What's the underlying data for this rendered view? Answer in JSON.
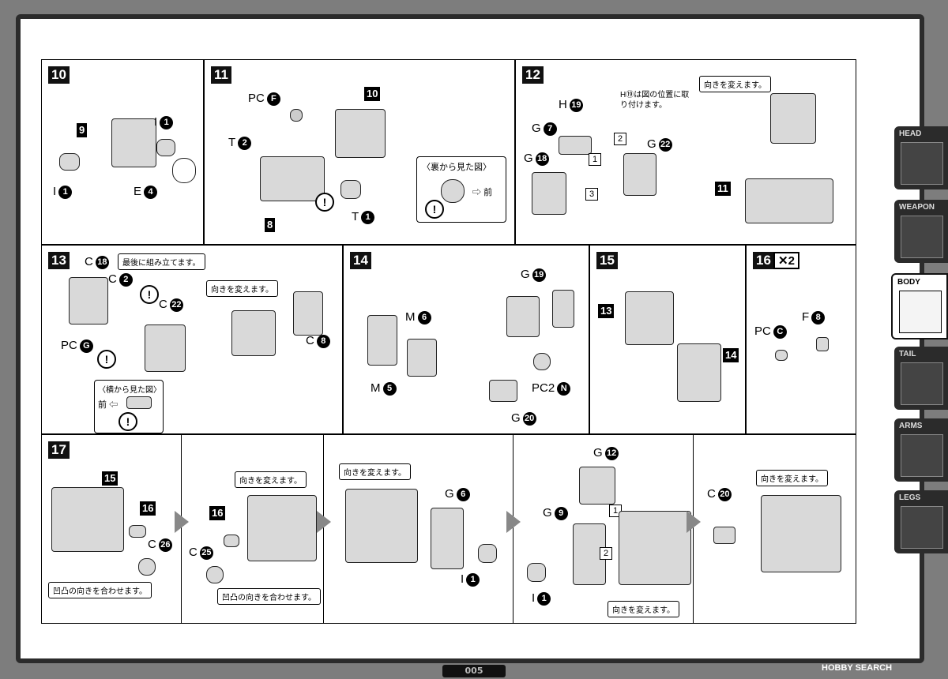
{
  "page": {
    "page_number": "005",
    "watermark": "HOBBY SEARCH"
  },
  "tabs": [
    {
      "label": "HEAD",
      "active": false
    },
    {
      "label": "WEAPON",
      "active": false
    },
    {
      "label": "BODY",
      "active": true
    },
    {
      "label": "TAIL",
      "active": false
    },
    {
      "label": "ARMS",
      "active": false
    },
    {
      "label": "LEGS",
      "active": false
    }
  ],
  "steps": {
    "s10": {
      "num": "10",
      "labels": {
        "part9": "9",
        "I1a": "I",
        "I1a_n": "1",
        "I1b": "I",
        "I1b_n": "1",
        "E4": "E",
        "E4_n": "4"
      }
    },
    "s11": {
      "num": "11",
      "labels": {
        "PCF": "PC",
        "PCF_n": "F",
        "T2": "T",
        "T2_n": "2",
        "ref10": "10",
        "ref8": "8",
        "T1": "T",
        "T1_n": "1",
        "back_view": "〈裏から見た図〉",
        "front": "前"
      }
    },
    "s12": {
      "num": "12",
      "labels": {
        "H19": "H",
        "H19_n": "19",
        "H_note": "H⑲は図の位置に取り付けます。",
        "G7": "G",
        "G7_n": "7",
        "G18": "G",
        "G18_n": "18",
        "G22": "G",
        "G22_n": "22",
        "turn": "向きを変えます。",
        "ref11": "11",
        "b1": "1",
        "b2": "2",
        "b3": "3"
      }
    },
    "s13": {
      "num": "13",
      "labels": {
        "C18": "C",
        "C18_n": "18",
        "C2": "C",
        "C2_n": "2",
        "C22": "C",
        "C22_n": "22",
        "last": "最後に組み立てます。",
        "PCG": "PC",
        "PCG_n": "G",
        "side_view": "〈横から見た図〉",
        "front": "前",
        "turn": "向きを変えます。",
        "C8": "C",
        "C8_n": "8"
      }
    },
    "s14": {
      "num": "14",
      "labels": {
        "M6": "M",
        "M6_n": "6",
        "M5": "M",
        "M5_n": "5",
        "G19": "G",
        "G19_n": "19",
        "PC2N": "PC2",
        "PC2N_n": "N",
        "G20": "G",
        "G20_n": "20"
      }
    },
    "s15": {
      "num": "15",
      "labels": {
        "ref13": "13",
        "ref14": "14"
      }
    },
    "s16": {
      "num": "16",
      "mult": "✕2",
      "labels": {
        "PCC": "PC",
        "PCC_n": "C",
        "F8": "F",
        "F8_n": "8"
      }
    },
    "s17": {
      "num": "17",
      "labels": {
        "ref15": "15",
        "ref16a": "16",
        "C26": "C",
        "C26_n": "26",
        "align1": "凹凸の向きを合わせます。",
        "turn1": "向きを変えます。",
        "ref16b": "16",
        "C25": "C",
        "C25_n": "25",
        "align2": "凹凸の向きを合わせます。",
        "turn2": "向きを変えます。",
        "G6": "G",
        "G6_n": "6",
        "I1a": "I",
        "I1a_n": "1",
        "G12": "G",
        "G12_n": "12",
        "G9": "G",
        "G9_n": "9",
        "I1b": "I",
        "I1b_n": "1",
        "turn3": "向きを変えます。",
        "b1": "1",
        "b2": "2",
        "C20": "C",
        "C20_n": "20",
        "turn4": "向きを変えます。"
      }
    }
  }
}
